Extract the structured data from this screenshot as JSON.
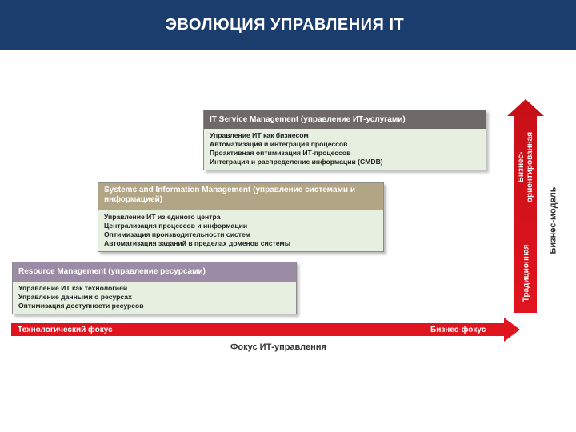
{
  "header": {
    "title": "ЭВОЛЮЦИЯ УПРАВЛЕНИЯ IT"
  },
  "blocks": [
    {
      "title": "IT Service Management (управление ИТ-услугами)",
      "items": [
        "Управление ИТ как бизнесом",
        "Автоматизация и интеграция процессов",
        "Проактивная оптимизация ИТ-процессов",
        "Интеграция и распределение информации (CMDB)"
      ]
    },
    {
      "title": "Systems and Information Management (управление системами и информацией)",
      "items": [
        "Управление ИТ из единого центра",
        "Централизация процессов и информации",
        "Оптимизация производительности систем",
        "Автоматизация заданий в пределах доменов системы"
      ]
    },
    {
      "title": "Resource Management (управление ресурсами)",
      "items": [
        "Управление ИТ как технологией",
        "Управление данными о ресурсах",
        "Оптимизация доступности ресурсов"
      ]
    }
  ],
  "h_axis": {
    "left_label": "Технологический фокус",
    "right_label": "Бизнес-фокус",
    "caption": "Фокус ИТ-управления"
  },
  "v_axis": {
    "bottom_label": "Традиционная",
    "top_label": "Бизнес-ориентированная",
    "caption": "Бизнес-модель"
  },
  "colors": {
    "header": "#1a3d6e",
    "arrow": "#e0141e",
    "block1_head": "#6f6a68",
    "block2_head": "#b1a585",
    "block3_head": "#9c8ba4",
    "block_body": "#e6efe0"
  }
}
